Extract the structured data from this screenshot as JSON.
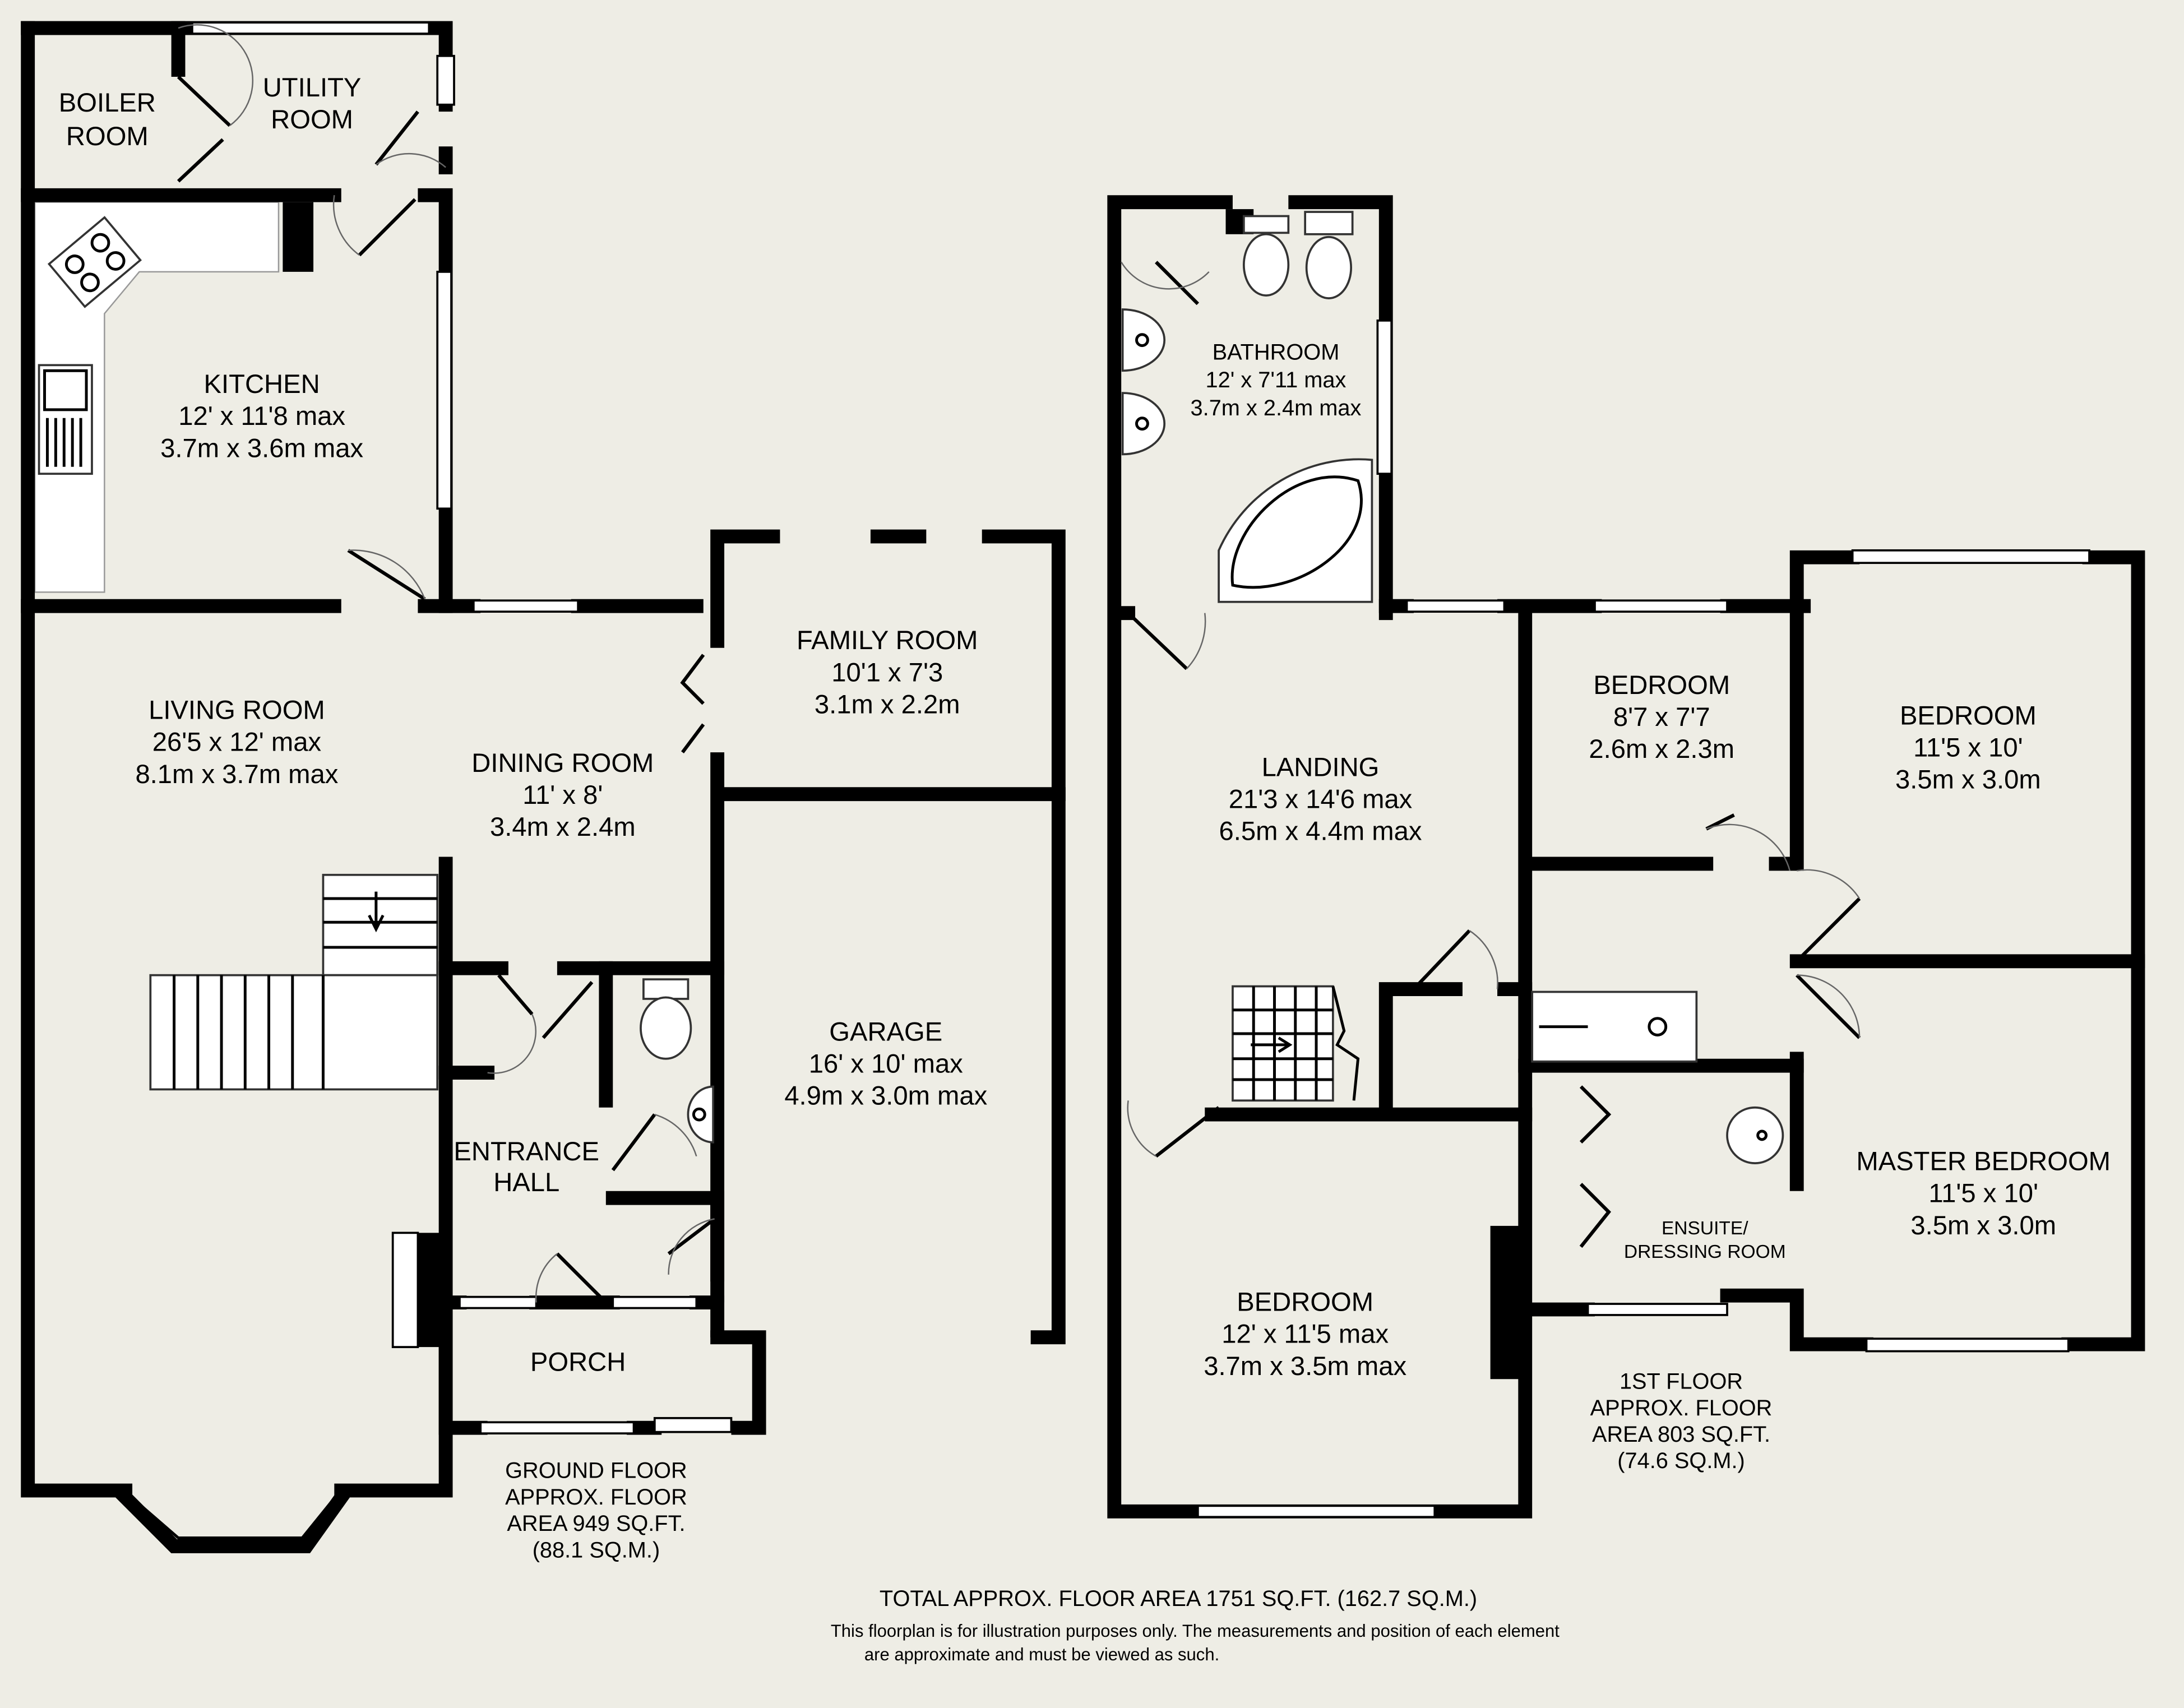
{
  "ground_floor": {
    "rooms": [
      {
        "name": "BOILER ROOM",
        "lines": [
          "BOILER",
          "ROOM"
        ]
      },
      {
        "name": "UTILITY ROOM",
        "lines": [
          "UTILITY",
          "ROOM"
        ]
      },
      {
        "name": "KITCHEN",
        "dims_imperial": "12' x 11'8 max",
        "dims_metric": "3.7m x 3.6m max"
      },
      {
        "name": "LIVING ROOM",
        "dims_imperial": "26'5 x 12' max",
        "dims_metric": "8.1m x 3.7m max"
      },
      {
        "name": "DINING ROOM",
        "dims_imperial": "11' x 8'",
        "dims_metric": "3.4m x 2.4m"
      },
      {
        "name": "FAMILY ROOM",
        "dims_imperial": "10'1 x 7'3",
        "dims_metric": "3.1m x 2.2m"
      },
      {
        "name": "GARAGE",
        "dims_imperial": "16' x 10' max",
        "dims_metric": "4.9m x 3.0m max"
      },
      {
        "name": "ENTRANCE HALL",
        "lines": [
          "ENTRANCE",
          "HALL"
        ]
      },
      {
        "name": "PORCH"
      }
    ],
    "area_lines": [
      "GROUND FLOOR",
      "APPROX. FLOOR",
      "AREA 949 SQ.FT.",
      "(88.1 SQ.M.)"
    ]
  },
  "first_floor": {
    "rooms": [
      {
        "name": "BATHROOM",
        "dims_imperial": "12' x 7'11 max",
        "dims_metric": "3.7m x 2.4m max"
      },
      {
        "name": "LANDING",
        "dims_imperial": "21'3 x 14'6 max",
        "dims_metric": "6.5m x 4.4m max"
      },
      {
        "name": "BEDROOM",
        "dims_imperial": "8'7 x 7'7",
        "dims_metric": "2.6m x 2.3m"
      },
      {
        "name": "BEDROOM",
        "dims_imperial": "11'5 x 10'",
        "dims_metric": "3.5m x 3.0m"
      },
      {
        "name": "MASTER BEDROOM",
        "dims_imperial": "11'5 x 10'",
        "dims_metric": "3.5m x 3.0m"
      },
      {
        "name": "ENSUITE/ DRESSING ROOM",
        "lines": [
          "ENSUITE/",
          "DRESSING ROOM"
        ]
      },
      {
        "name": "BEDROOM",
        "dims_imperial": "12' x 11'5 max",
        "dims_metric": "3.7m x 3.5m max"
      }
    ],
    "area_lines": [
      "1ST FLOOR",
      "APPROX. FLOOR",
      "AREA 803 SQ.FT.",
      "(74.6 SQ.M.)"
    ]
  },
  "footer": {
    "total": "TOTAL APPROX. FLOOR AREA 1751 SQ.FT. (162.7 SQ.M.)",
    "disclaimer_1": "This floorplan is for illustration purposes only. The measurements and position of each element",
    "disclaimer_2": "are approximate and must be viewed as such."
  },
  "colors": {
    "background": "#eeede5",
    "walls": "#000000"
  }
}
